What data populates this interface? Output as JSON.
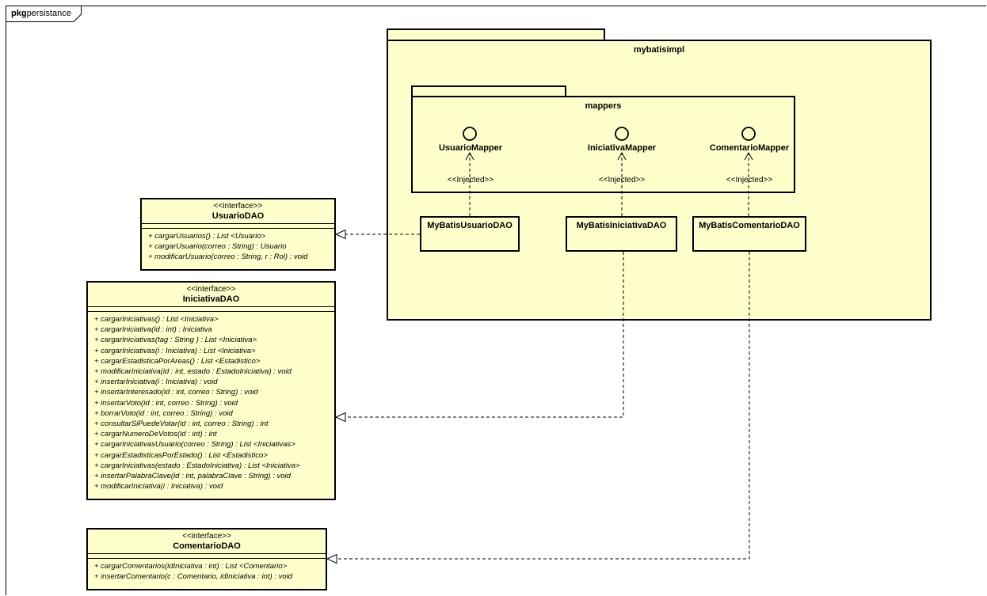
{
  "frame": {
    "keyword": "pkg",
    "name": "persistance"
  },
  "packages": {
    "mybatisimpl": "mybatisimpl",
    "mappers": "mappers"
  },
  "mapper_interfaces": [
    {
      "name": "UsuarioMapper",
      "dependency": "<<Injected>>"
    },
    {
      "name": "IniciativaMapper",
      "dependency": "<<Injected>>"
    },
    {
      "name": "ComentarioMapper",
      "dependency": "<<Injected>>"
    }
  ],
  "implementations": [
    {
      "name": "MyBatisUsuarioDAO"
    },
    {
      "name": "MyBatisIniciativaDAO"
    },
    {
      "name": "MyBatisComentarioDAO"
    }
  ],
  "interfaces": [
    {
      "stereotype": "<<interface>>",
      "name": "UsuarioDAO",
      "operations": [
        "+ cargarUsuarios() : List <Usuario>",
        "+ cargarUsuario(correo : String) : Usuario",
        "+ modificarUsuario(correo : String, r : Rol) : void"
      ]
    },
    {
      "stereotype": "<<interface>>",
      "name": "IniciativaDAO",
      "operations": [
        "+ cargarIniciativas() : List <Iniciativa>",
        "+ cargarIniciativa(id : int) : Iniciativa",
        "+ cargarIniciativas(tag : String ) : List <Iniciativa>",
        "+ cargarIniciativas(i : Iniciativa) : List <Iniciativa>",
        "+ cargarEstadisticaPorAreas() : List <Estadistico>",
        "+ modificarIniciativa(id : int, estado : EstadoIniciativa) : void",
        "+ insertarIniciativa(i : Iniciativa) : void",
        "+ insertarInteresado(id : int, correo : String) : void",
        "+ insertarVoto(id : int, correo : String) : void",
        "+ borrarVoto(id : int, correo : String) : void",
        "+ consultarSiPuedeVotar(id : int, correo : String) : int",
        "+ cargarNumeroDeVotos(id : int) : int",
        "+ cargarIniciativasUsuario(correo : String) : List <Iniciativas>",
        "+ cargarEstadisticasPorEstado() : List <Estadistico>",
        "+ cargarIniciativas(estado : EstadoIniciativa) : List <Iniciativa>",
        "+ insertarPalabraClave(id : int, palabraClave : String) : void",
        "+ modificarIniciativa(i : Iniciativa) : void"
      ]
    },
    {
      "stereotype": "<<interface>>",
      "name": "ComentarioDAO",
      "operations": [
        "+ cargarComentarios(idIniciativa : int) : List <Comentario>",
        "+ insertarComentario(c : Comentario, idIniciativa : int) : void"
      ]
    }
  ],
  "colors": {
    "fill": "#ffffcc",
    "line": "#000000",
    "background": "#ffffff"
  }
}
